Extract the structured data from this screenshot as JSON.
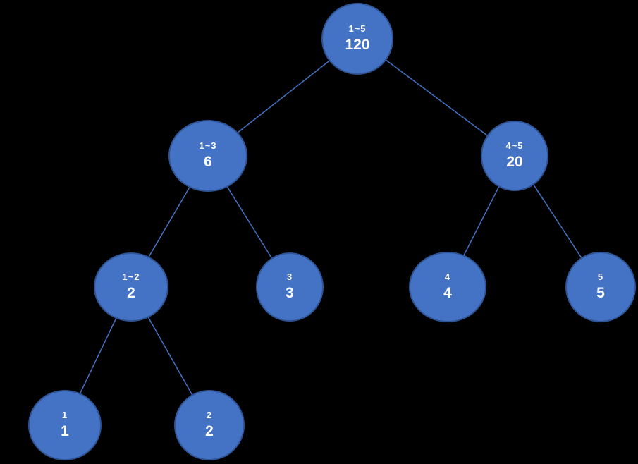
{
  "colors": {
    "bg": "#000000",
    "node-fill": "#4472C4",
    "node-border": "#2F5597",
    "edge": "#4472C4",
    "text": "#FFFFFF"
  },
  "tree": {
    "nodes": [
      {
        "range": "1~5",
        "value": "120"
      },
      {
        "range": "1~3",
        "value": "6"
      },
      {
        "range": "4~5",
        "value": "20"
      },
      {
        "range": "1~2",
        "value": "2"
      },
      {
        "range": "3",
        "value": "3"
      },
      {
        "range": "4",
        "value": "4"
      },
      {
        "range": "5",
        "value": "5"
      },
      {
        "range": "1",
        "value": "1"
      },
      {
        "range": "2",
        "value": "2"
      }
    ]
  }
}
